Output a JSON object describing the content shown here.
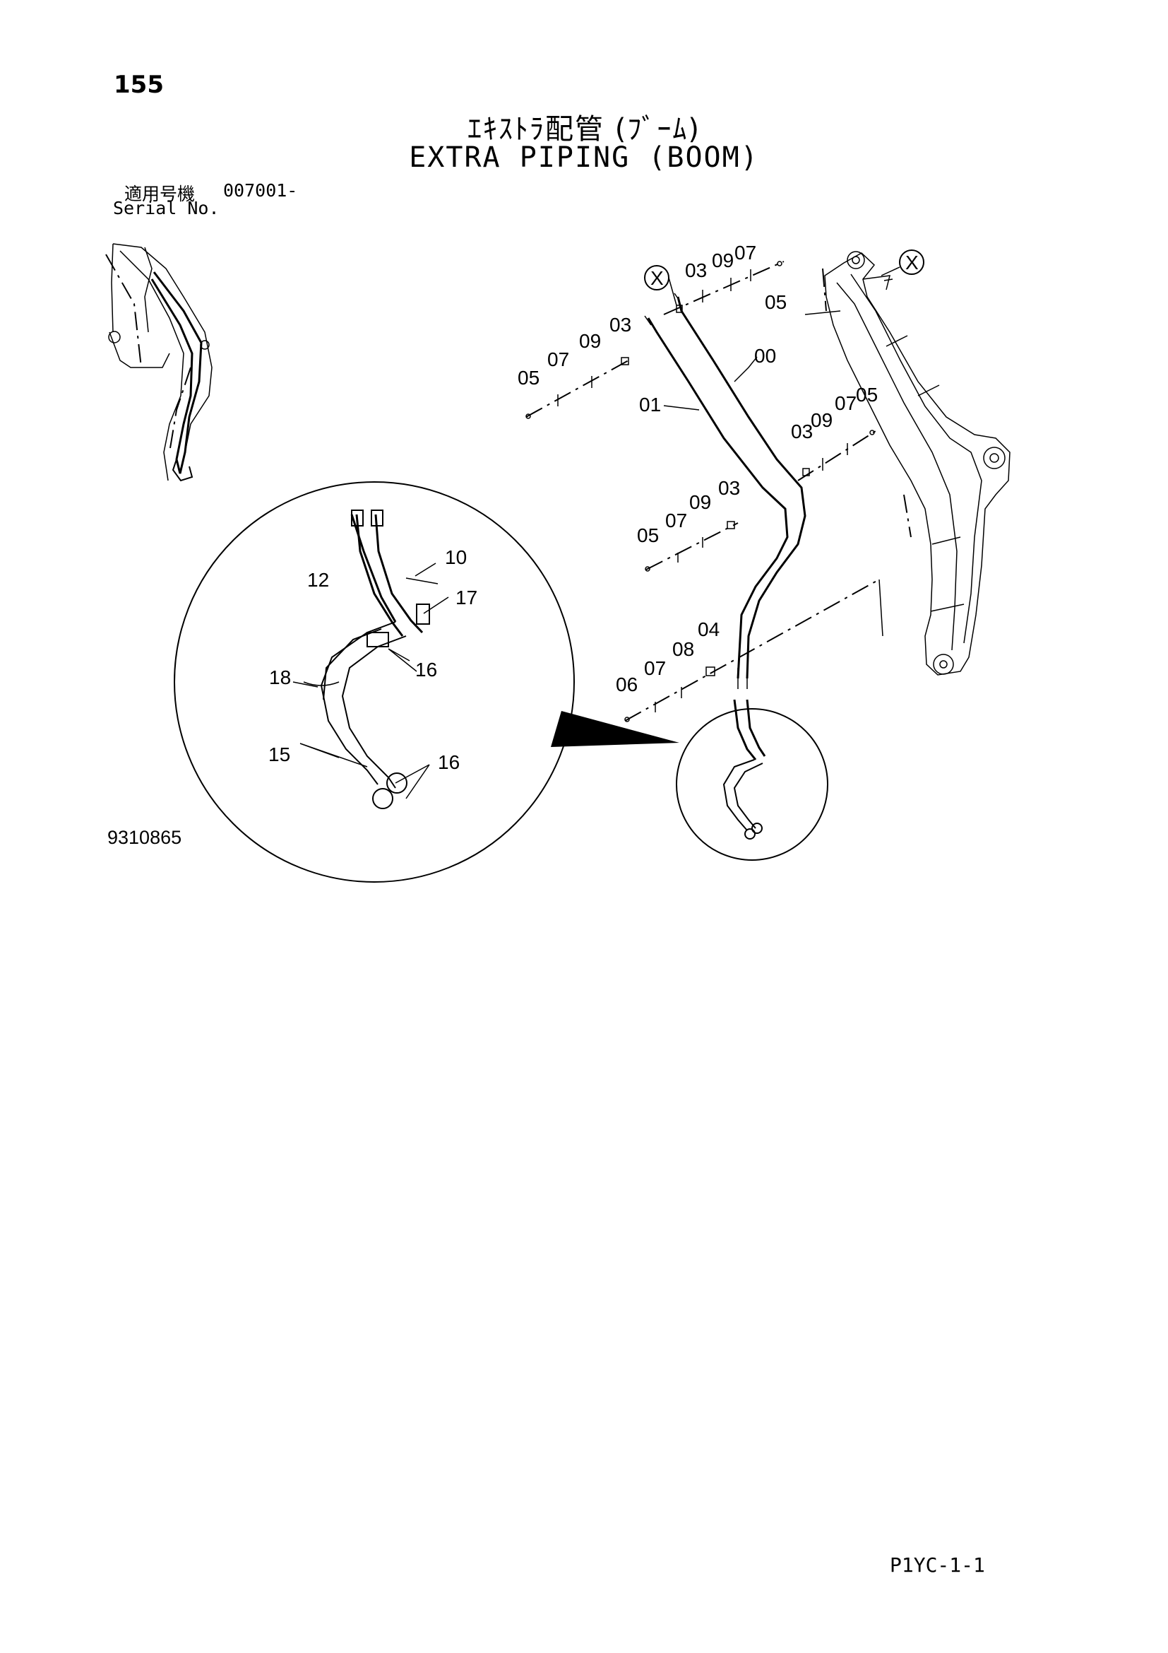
{
  "page": {
    "number": "155",
    "title_jp": "ｴｷｽﾄﾗ配管 (ﾌﾞｰﾑ)",
    "title_en": "EXTRA PIPING (BOOM)",
    "serial_label_jp": "適用号機",
    "serial_value": "007001-",
    "serial_label_en": "Serial No.",
    "figure_number": "9310865",
    "page_code": "P1YC-1-1"
  },
  "callouts": {
    "c00": "00",
    "c01": "01",
    "c03a": "03",
    "c09a": "09",
    "c07a": "07",
    "c05a": "05",
    "c03b": "03",
    "c09b": "09",
    "c07b": "07",
    "c05b": "05",
    "c03c": "03",
    "c09c": "09",
    "c07c": "07",
    "c05c": "05",
    "c03d": "03",
    "c09d": "09",
    "c07d": "07",
    "c05d": "05",
    "c04": "04",
    "c08": "08",
    "c07e": "07",
    "c06": "06",
    "c10": "10",
    "c12": "12",
    "c17": "17",
    "c16a": "16",
    "c18": "18",
    "c15": "15",
    "c16b": "16",
    "markX1": "X",
    "markX2": "X"
  }
}
